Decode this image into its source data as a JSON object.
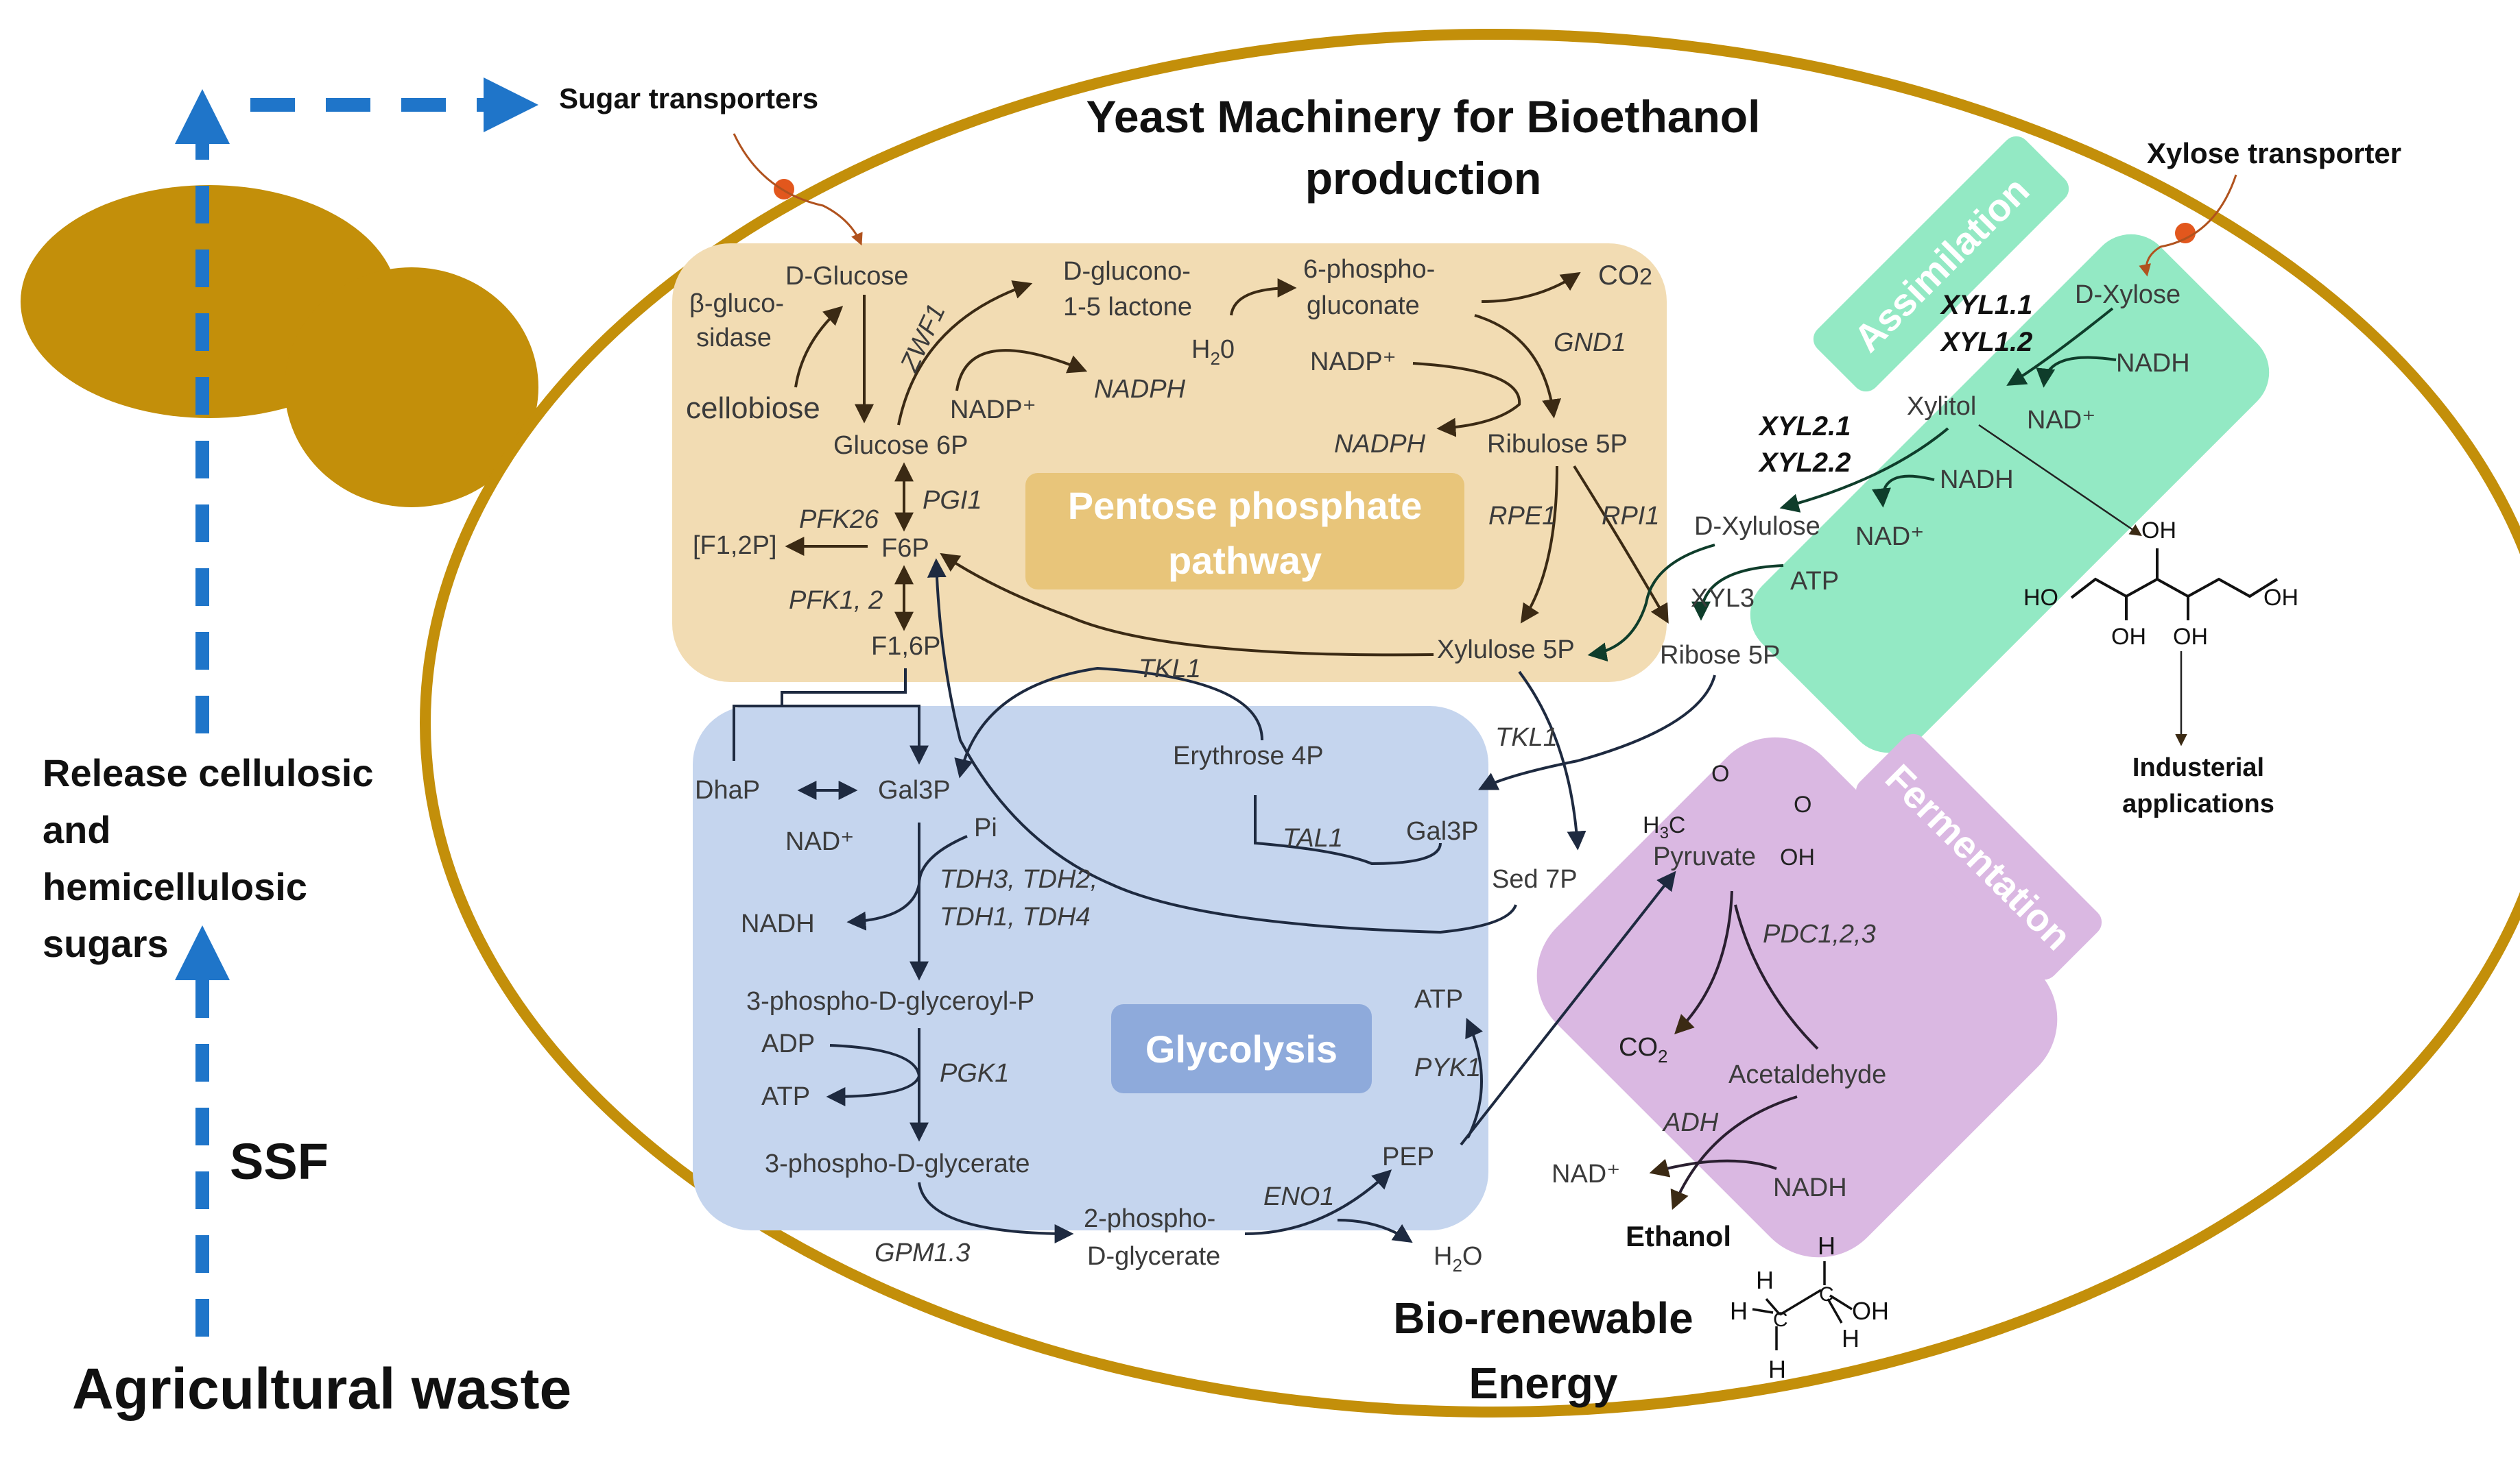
{
  "title": {
    "line1": "Yeast Machinery for Bioethanol",
    "line2": "production"
  },
  "left": {
    "sugar_transporters": "Sugar transporters",
    "release_1": "Release cellulosic",
    "release_2": "and",
    "release_3": "hemicellulosic",
    "release_4": "sugars",
    "ssf": "SSF",
    "ag_waste": "Agricultural waste"
  },
  "pathways": {
    "ppp_1": "Pentose phosphate",
    "ppp_2": "pathway",
    "glycolysis": "Glycolysis",
    "assimilation": "Assimilation",
    "fermentation": "Fermentation"
  },
  "ppp": {
    "d_glucose": "D-Glucose",
    "beta_1": "β-gluco-",
    "beta_2": "sidase",
    "cellobiose": "cellobiose",
    "glucose6p": "Glucose 6P",
    "zwf1": "ZWF1",
    "nadp1": "NADP⁺",
    "nadph1": "NADPH",
    "glucono_1": "D-glucono-",
    "glucono_2": "1-5 lactone",
    "h2o_1": "H",
    "h2o_sub": "2",
    "h2o_2": "0",
    "phospho6_1": "6-phospho-",
    "phospho6_2": "gluconate",
    "co2": "CO",
    "co2_sub": "2",
    "gnd1": "GND1",
    "nadp2": "NADP⁺",
    "nadph2": "NADPH",
    "ribulose5p": "Ribulose 5P",
    "rpe1": "RPE1",
    "rpi1": "RPI1",
    "xylulose5p": "Xylulose 5P",
    "ribose5p": "Ribose 5P",
    "pgi1": "PGI1",
    "pfk26": "PFK26",
    "f12p": "[F1,2P]",
    "f6p": "F6P",
    "pfk12": "PFK1, 2",
    "f16p": "F1,6P",
    "tkl1_a": "TKL1",
    "tkl1_b": "TKL1"
  },
  "glyco": {
    "dhap": "DhaP",
    "gal3p": "Gal3P",
    "nad": "NAD⁺",
    "pi": "Pi",
    "tdh_1": "TDH3, TDH2,",
    "tdh_2": "TDH1, TDH4",
    "nadh": "NADH",
    "bpg": "3-phospho-D-glyceroyl-P",
    "adp": "ADP",
    "pgk1": "PGK1",
    "atp": "ATP",
    "pg3": "3-phospho-D-glycerate",
    "gpm": "GPM1.3",
    "pg2_1": "2-phospho-",
    "pg2_2": "D-glycerate",
    "eno1": "ENO1",
    "pep": "PEP",
    "h2o": "H",
    "h2o_sub": "2",
    "h2o_end": "O",
    "atp2": "ATP",
    "pyk1": "PYK1",
    "erythrose": "Erythrose 4P",
    "tal1": "TAL1",
    "gal3p2": "Gal3P",
    "sed7p": "Sed 7P"
  },
  "xylose": {
    "transporter": "Xylose transporter",
    "d_xylose": "D-Xylose",
    "xyl11": "XYL1.1",
    "xyl12": "XYL1.2",
    "nadh1": "NADH",
    "nad1": "NAD⁺",
    "xylitol": "Xylitol",
    "xyl21": "XYL2.1",
    "xyl22": "XYL2.2",
    "nadh2": "NADH",
    "nad2": "NAD⁺",
    "d_xylulose": "D-Xylulose",
    "atp": "ATP",
    "xyl3": "XYL3"
  },
  "xylitol_struct": {
    "oh": "OH",
    "ho": "HO",
    "app_1": "Industerial",
    "app_2": "applications"
  },
  "ferment": {
    "h3c": "H",
    "h3c_sub": "3",
    "h3c_end": "C",
    "o": "O",
    "oh": "OH",
    "pyruvate": "Pyruvate",
    "pdc": "PDC1,2,3",
    "co2": "CO",
    "co2_sub": "2",
    "acetaldehyde": "Acetaldehyde",
    "adh": "ADH",
    "nad": "NAD⁺",
    "nadh": "NADH",
    "ethanol": "Ethanol",
    "h": "H",
    "c": "C",
    "oh2": "OH"
  },
  "bio_1": "Bio-renewable",
  "bio_2": "Energy",
  "colors": {
    "gold": "#c38f0a",
    "ppp_box": "#f2dcb3",
    "ppp_label": "#e8c57a",
    "glyco_box": "#c5d5ee",
    "glyco_label": "#8eaadb",
    "xylose_box": "#93e9c4",
    "ferment_box": "#dab8e2",
    "blue_arrow": "#1f75c9",
    "transport_dot": "#e2571d"
  }
}
